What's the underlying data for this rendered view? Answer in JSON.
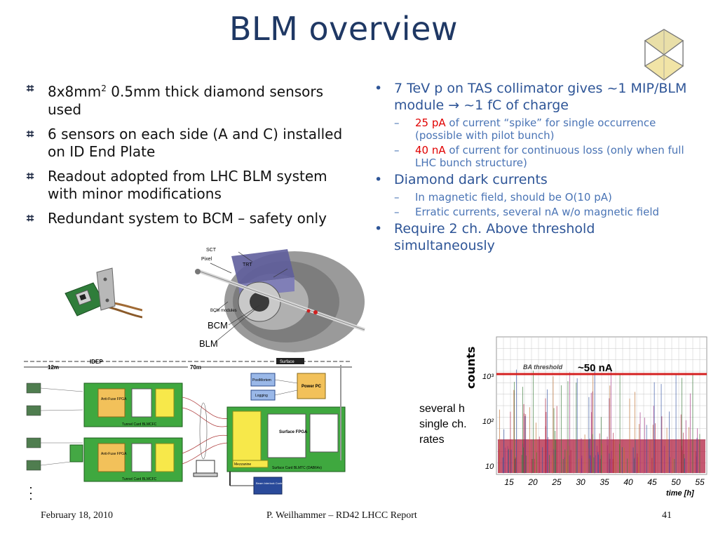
{
  "title": "BLM overview",
  "left_bullets": [
    {
      "pre": "8x8mm",
      "sup": "2",
      "post": " 0.5mm thick diamond sensors used"
    },
    {
      "text": "6 sensors on each side (A and C) installed on ID End Plate"
    },
    {
      "text": "Readout adopted from LHC BLM system with minor modifications"
    },
    {
      "text": "Redundant system to BCM – safety only"
    }
  ],
  "right_bullets": {
    "b1": {
      "text": "7 TeV p on TAS collimator gives ~1 MIP/BLM module → ~1 fC of charge"
    },
    "b1_sub1": {
      "red": "25 pA",
      "rest": " of current “spike” for single occurrence (possible with pilot bunch)"
    },
    "b1_sub2": {
      "red": "40 nA",
      "rest": " of current for continuous loss (only when full LHC bunch structure)"
    },
    "b2": {
      "text": "Diamond dark currents"
    },
    "b2_sub1": {
      "text": "In magnetic field, should be O(10 pA)"
    },
    "b2_sub2": {
      "text": "Erratic currents, several nA w/o magnetic field"
    },
    "b3": {
      "text": "Require 2 ch. Above threshold simultaneously"
    }
  },
  "detector_labels": {
    "sct": "SCT",
    "pixel": "Pixel",
    "trt": "TRT",
    "bcm_small": "BCM modules",
    "bcm": "BCM",
    "blm": "BLM"
  },
  "schematic": {
    "dist_12m": "12m",
    "idep": "IDEP",
    "dist_70m": "70m",
    "surface": "Surface",
    "card1": "Tunnel Card BLMCFC",
    "card2": "Tunnel Card BLMCFC",
    "fpga_a": "Anti-Fuse FPGA",
    "fpga_b": "Anti-Fuse FPGA",
    "surface_fpga": "Surface FPGA",
    "surface_card": "Surface Card BLMTC (DAB64x)",
    "power_pc": "Power PC",
    "postmortem": "PostMortem",
    "logging": "Logging",
    "mezzanine": "Mezzanine",
    "bic": "Beam Interlock Controller BIC"
  },
  "plot": {
    "ylabel": "counts",
    "threshold_label": "BA threshold",
    "threshold_value": "~50 nA",
    "yticks": [
      "10",
      "10²",
      "10³"
    ],
    "xticks": [
      "15",
      "20",
      "25",
      "30",
      "35",
      "40",
      "45",
      "50",
      "55"
    ],
    "xlabel": "time [h]",
    "caption": "several h single ch. rates",
    "colors": {
      "threshold": "#d42020",
      "trace": "#b02040",
      "grid": "#c8c8c8"
    }
  },
  "footer": {
    "date": "February 18, 2010",
    "center": "P. Weilhammer – RD42 LHCC Report",
    "page": "41"
  }
}
